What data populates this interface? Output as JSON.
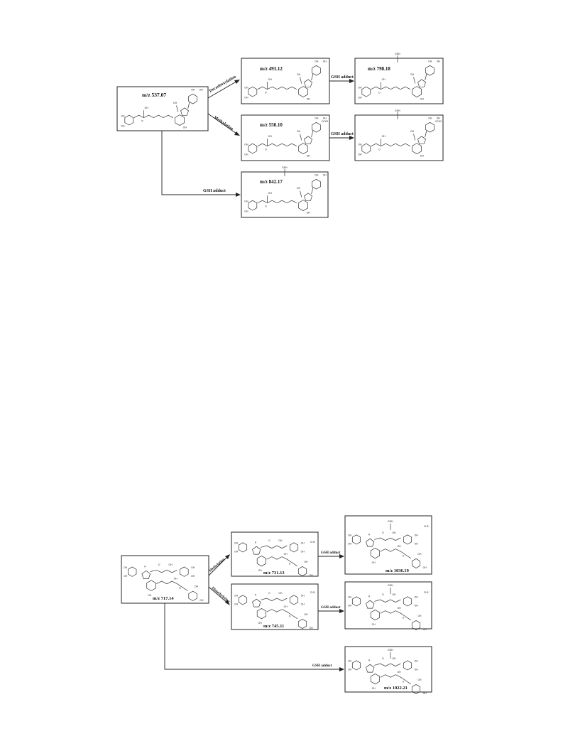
{
  "scheme1": {
    "parent": "m/z 537.07",
    "decarboxylation_label": "Decarboxylation",
    "methylation_label": "Methylation",
    "gsh_label_1": "GSH adduct",
    "gsh_label_2": "GSH adduct",
    "gsh_label_3": "GSH adduct",
    "p1": "m/z 493.12",
    "p2": "m/z 550.10",
    "p3": "m/z 842.17",
    "p4": "m/z 798.18"
  },
  "scheme2": {
    "parent": "m/z 717.14",
    "methylation_label": "Methylation",
    "dimethylation_label": "Dimethylation",
    "gsh_label_1": "GSH adduct",
    "gsh_label_2": "GSH adduct",
    "gsh_label_3": "GSH adduct",
    "p1": "m/z 731.13",
    "p2": "m/z 745.11",
    "p3": "m/z 1036.19",
    "p4": "m/z 1022.21"
  },
  "atoms": {
    "oh": "OH",
    "o": "O",
    "h": "H",
    "gsh": "GSH",
    "och3": "OCH3",
    "ch3": "CH3",
    "cooh": "COOH"
  }
}
